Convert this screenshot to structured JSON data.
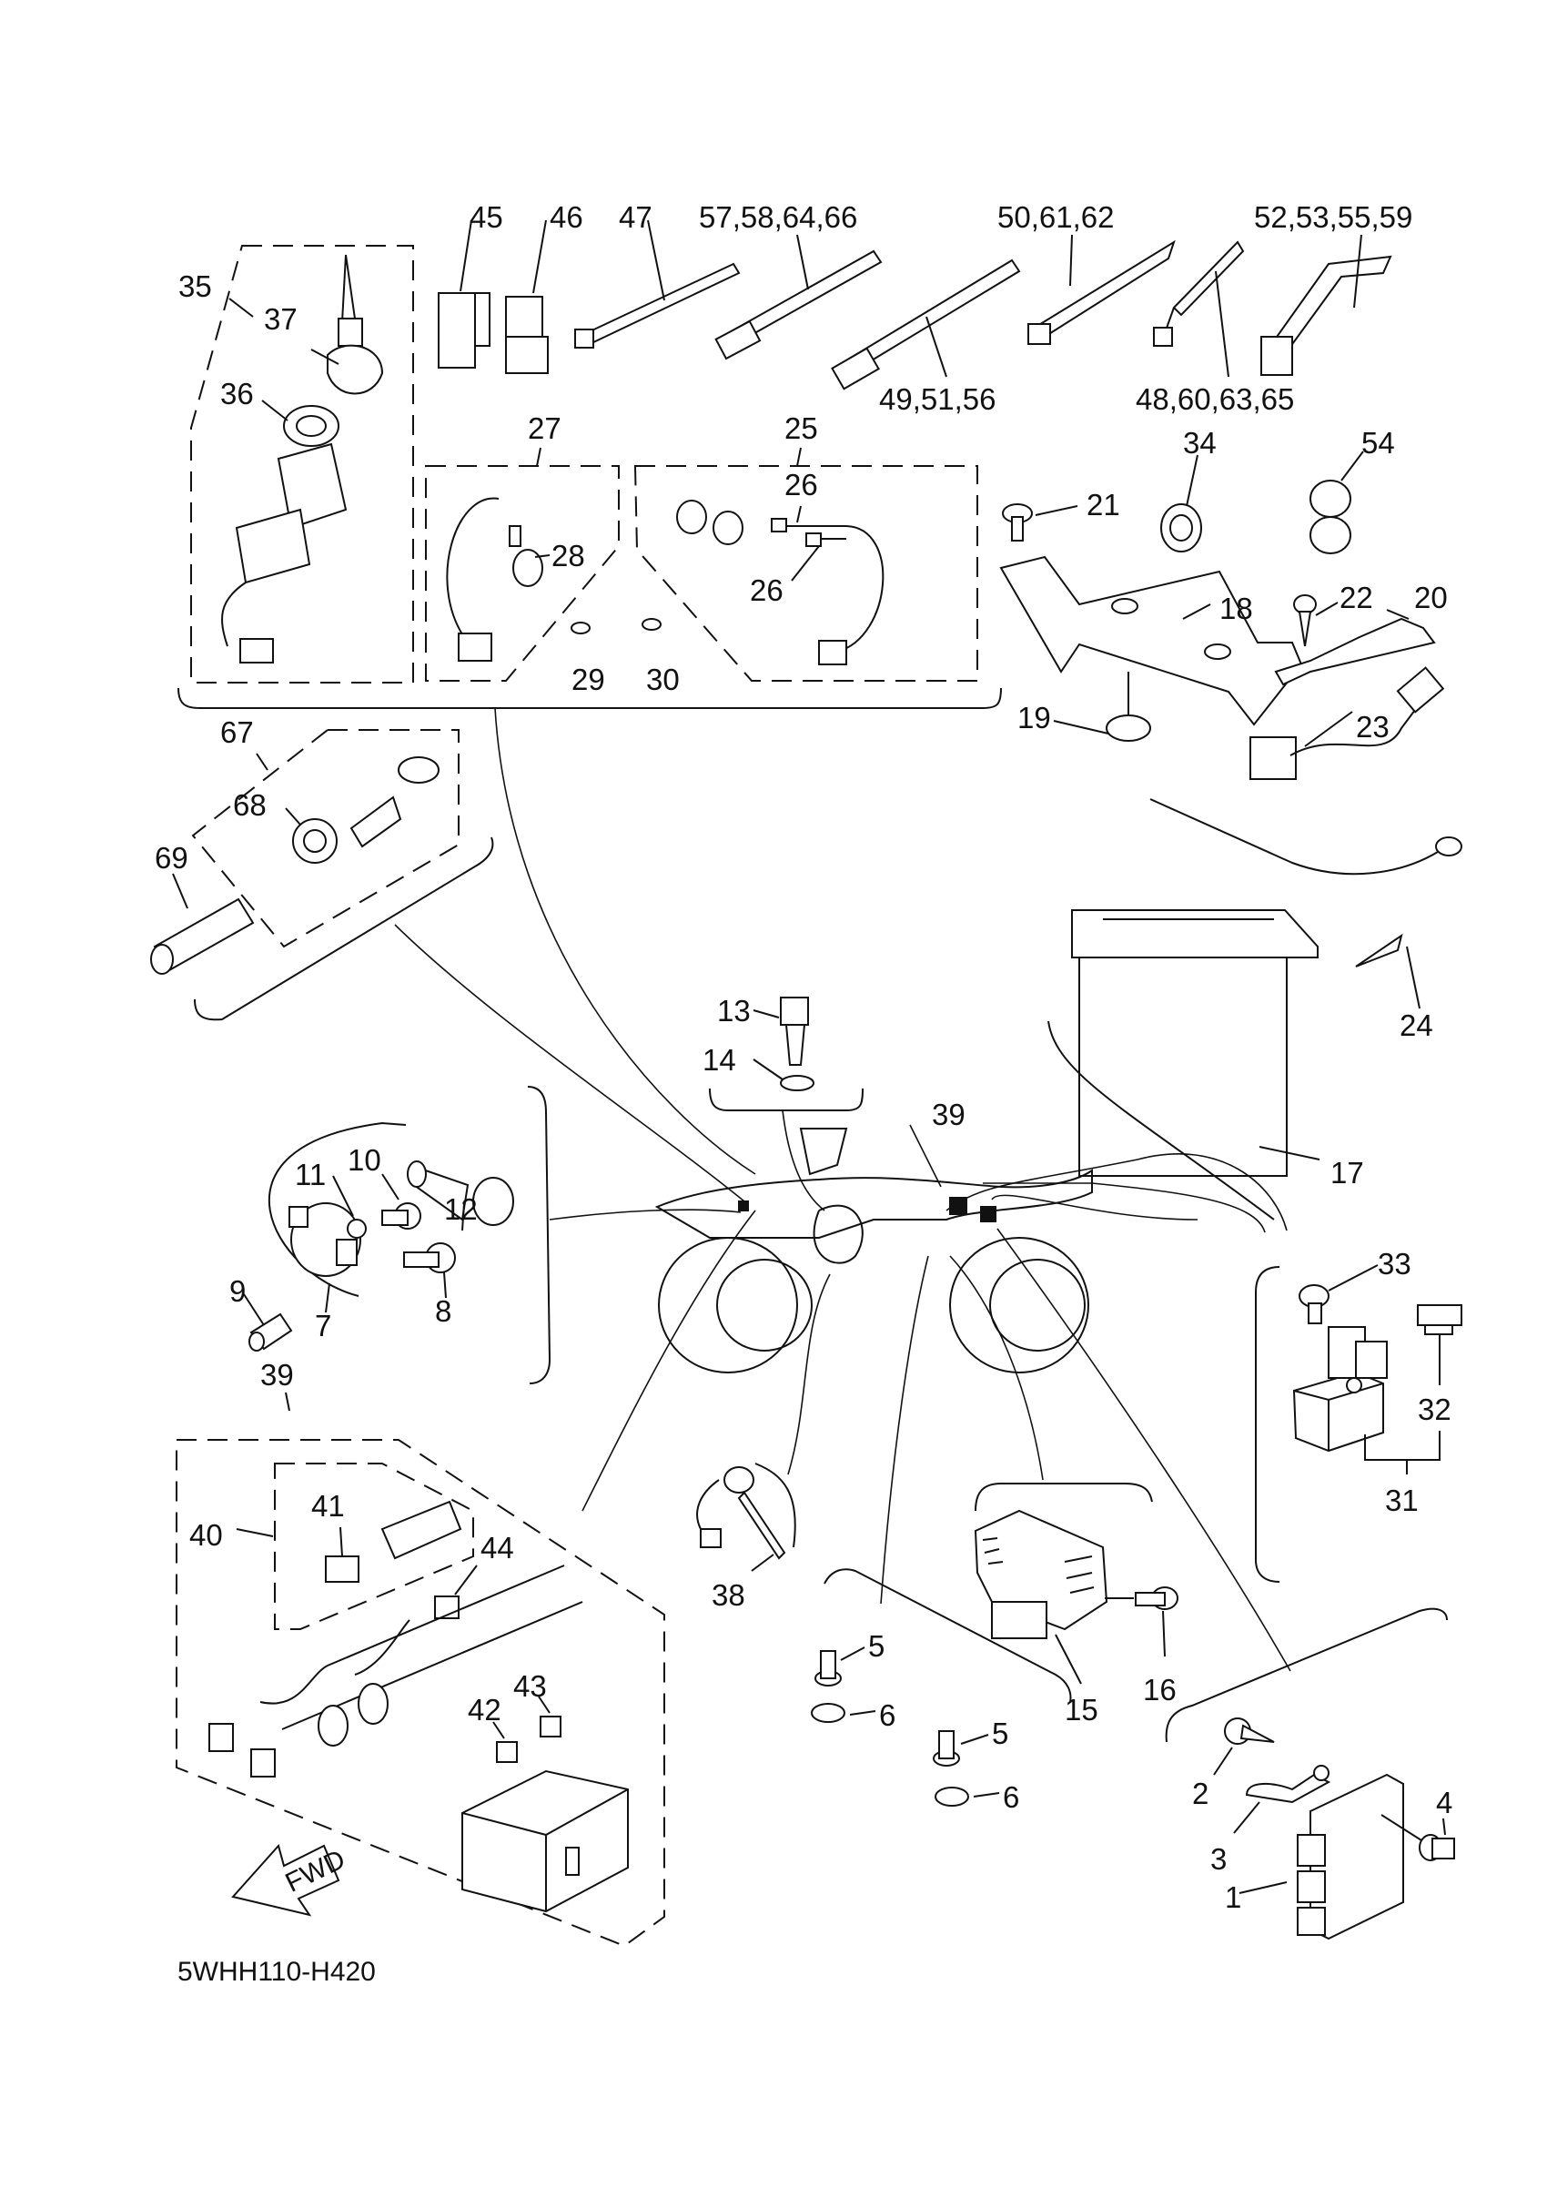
{
  "diagram": {
    "title": "Electrical parts exploded view",
    "drawing_code": "5WHH110-H420",
    "direction_marker": "FWD",
    "callouts": [
      {
        "id": "c45",
        "text": "45"
      },
      {
        "id": "c46",
        "text": "46"
      },
      {
        "id": "c47",
        "text": "47"
      },
      {
        "id": "c57",
        "text": "57,58,64,66"
      },
      {
        "id": "c50",
        "text": "50,61,62"
      },
      {
        "id": "c52",
        "text": "52,53,55,59"
      },
      {
        "id": "c49",
        "text": "49,51,56"
      },
      {
        "id": "c48",
        "text": "48,60,63,65"
      },
      {
        "id": "c35",
        "text": "35"
      },
      {
        "id": "c37",
        "text": "37"
      },
      {
        "id": "c36",
        "text": "36"
      },
      {
        "id": "c27",
        "text": "27"
      },
      {
        "id": "c25",
        "text": "25"
      },
      {
        "id": "c26a",
        "text": "26"
      },
      {
        "id": "c26b",
        "text": "26"
      },
      {
        "id": "c28",
        "text": "28"
      },
      {
        "id": "c29",
        "text": "29"
      },
      {
        "id": "c30",
        "text": "30"
      },
      {
        "id": "c34",
        "text": "34"
      },
      {
        "id": "c54",
        "text": "54"
      },
      {
        "id": "c21",
        "text": "21"
      },
      {
        "id": "c18",
        "text": "18"
      },
      {
        "id": "c22",
        "text": "22"
      },
      {
        "id": "c20",
        "text": "20"
      },
      {
        "id": "c19",
        "text": "19"
      },
      {
        "id": "c23",
        "text": "23"
      },
      {
        "id": "c24",
        "text": "24"
      },
      {
        "id": "c17",
        "text": "17"
      },
      {
        "id": "c67",
        "text": "67"
      },
      {
        "id": "c68",
        "text": "68"
      },
      {
        "id": "c69",
        "text": "69"
      },
      {
        "id": "c13",
        "text": "13"
      },
      {
        "id": "c14",
        "text": "14"
      },
      {
        "id": "c39a",
        "text": "39"
      },
      {
        "id": "c10",
        "text": "10"
      },
      {
        "id": "c11",
        "text": "11"
      },
      {
        "id": "c12",
        "text": "12"
      },
      {
        "id": "c9",
        "text": "9"
      },
      {
        "id": "c8",
        "text": "8"
      },
      {
        "id": "c7",
        "text": "7"
      },
      {
        "id": "c39b",
        "text": "39"
      },
      {
        "id": "c40",
        "text": "40"
      },
      {
        "id": "c41",
        "text": "41"
      },
      {
        "id": "c44",
        "text": "44"
      },
      {
        "id": "c42",
        "text": "42"
      },
      {
        "id": "c43",
        "text": "43"
      },
      {
        "id": "c38",
        "text": "38"
      },
      {
        "id": "c5a",
        "text": "5"
      },
      {
        "id": "c6a",
        "text": "6"
      },
      {
        "id": "c5b",
        "text": "5"
      },
      {
        "id": "c6b",
        "text": "6"
      },
      {
        "id": "c15",
        "text": "15"
      },
      {
        "id": "c16",
        "text": "16"
      },
      {
        "id": "c33",
        "text": "33"
      },
      {
        "id": "c32",
        "text": "32"
      },
      {
        "id": "c31",
        "text": "31"
      },
      {
        "id": "c2",
        "text": "2"
      },
      {
        "id": "c3",
        "text": "3"
      },
      {
        "id": "c4",
        "text": "4"
      },
      {
        "id": "c1",
        "text": "1"
      }
    ]
  }
}
